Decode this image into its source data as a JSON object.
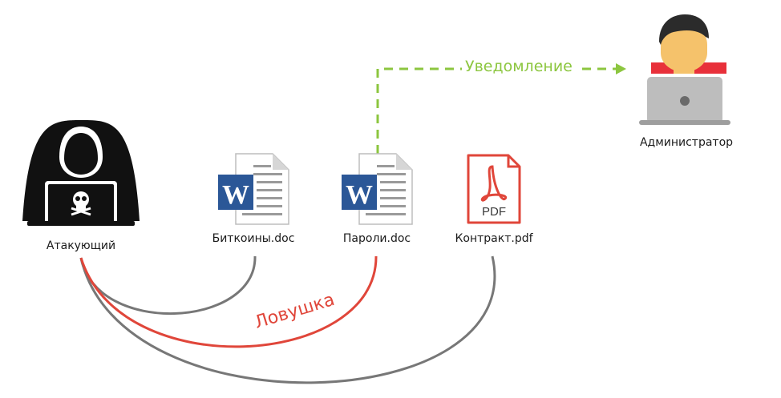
{
  "nodes": {
    "attacker": "Атакующий",
    "bitcoins_doc": "Биткоины.doc",
    "passwords_doc": "Пароли.doc",
    "contract_pdf": "Контракт.pdf",
    "administrator": "Администратор"
  },
  "edges": {
    "notification": "Уведомление",
    "trap": "Ловушка"
  },
  "icons": {
    "attacker": "hacker-icon",
    "word_doc": "word-document-icon",
    "pdf_doc": "pdf-document-icon",
    "admin": "administrator-laptop-icon",
    "word_letter": "W",
    "pdf_text": "PDF"
  },
  "colors": {
    "notification": "#8cc63f",
    "trap": "#e0463a",
    "link": "#777777",
    "word_blue": "#2b5797",
    "pdf_red": "#e0463a",
    "admin_shirt": "#e8303a"
  }
}
